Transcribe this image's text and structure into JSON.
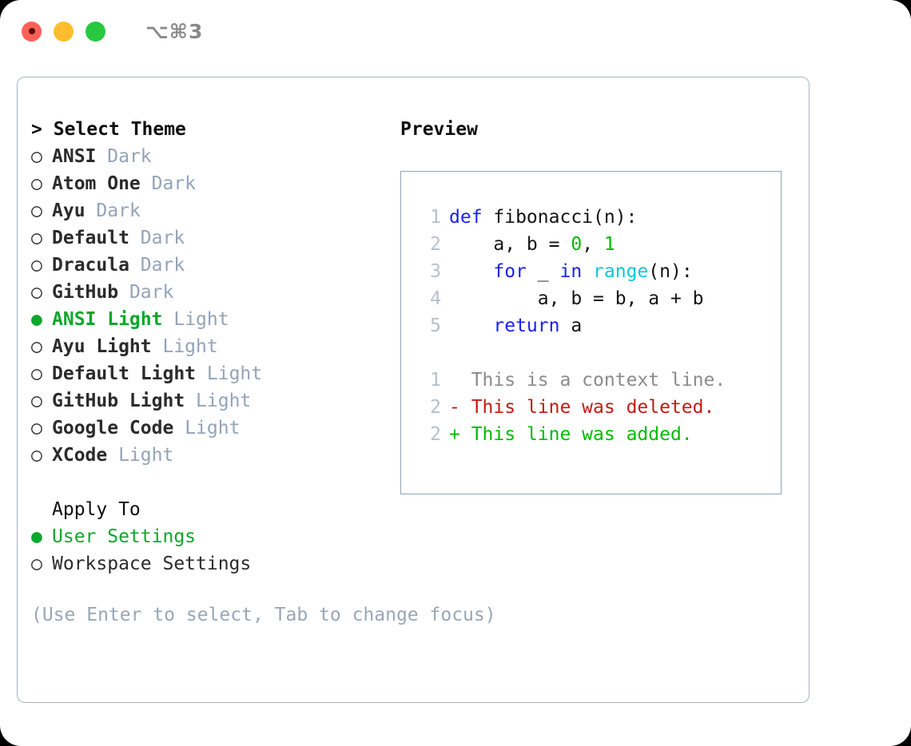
{
  "titlebar": {
    "shortcut": "⌥⌘3",
    "buttons": [
      {
        "name": "close",
        "color": "#ff6058"
      },
      {
        "name": "minimize",
        "color": "#ffbd2e"
      },
      {
        "name": "maximize",
        "color": "#28c840"
      }
    ]
  },
  "colors": {
    "accent_green": "#0ca72c",
    "muted": "#94a3b8",
    "hint": "#9aa6b6",
    "border": "#a9b4c2",
    "preview_border": "#94a3b8",
    "keyword": "#1a20f0",
    "function": "#0fc7d6",
    "number": "#00bb00",
    "deleted": "#c41a12",
    "added": "#00bb00",
    "context": "#8b8b8b",
    "gutter": "#b6bfcc"
  },
  "theme_panel": {
    "caret": ">",
    "header": "Select Theme",
    "bullet_selected": "●",
    "bullet_unselected": "○",
    "items": [
      {
        "name": "ANSI",
        "variant": "Dark",
        "selected": false
      },
      {
        "name": "Atom One",
        "variant": "Dark",
        "selected": false
      },
      {
        "name": "Ayu",
        "variant": "Dark",
        "selected": false
      },
      {
        "name": "Default",
        "variant": "Dark",
        "selected": false
      },
      {
        "name": "Dracula",
        "variant": "Dark",
        "selected": false
      },
      {
        "name": "GitHub",
        "variant": "Dark",
        "selected": false
      },
      {
        "name": "ANSI Light",
        "variant": "Light",
        "selected": true
      },
      {
        "name": "Ayu Light",
        "variant": "Light",
        "selected": false
      },
      {
        "name": "Default Light",
        "variant": "Light",
        "selected": false
      },
      {
        "name": "GitHub Light",
        "variant": "Light",
        "selected": false
      },
      {
        "name": "Google Code",
        "variant": "Light",
        "selected": false
      },
      {
        "name": "XCode",
        "variant": "Light",
        "selected": false
      }
    ]
  },
  "apply_to": {
    "header": "Apply To",
    "options": [
      {
        "label": "User Settings",
        "selected": true
      },
      {
        "label": "Workspace Settings",
        "selected": false
      }
    ]
  },
  "hint": "(Use Enter to select, Tab to change focus)",
  "preview": {
    "title": "Preview",
    "code": [
      {
        "num": "1",
        "tokens": [
          {
            "t": "def ",
            "c": "tok-kw"
          },
          {
            "t": "fibonacci(n):",
            "c": "tok-txt"
          }
        ]
      },
      {
        "num": "2",
        "tokens": [
          {
            "t": "    a, b = ",
            "c": "tok-txt"
          },
          {
            "t": "0",
            "c": "tok-num"
          },
          {
            "t": ", ",
            "c": "tok-txt"
          },
          {
            "t": "1",
            "c": "tok-num"
          }
        ]
      },
      {
        "num": "3",
        "tokens": [
          {
            "t": "    ",
            "c": "tok-txt"
          },
          {
            "t": "for",
            "c": "tok-kw"
          },
          {
            "t": " _ ",
            "c": "tok-txt"
          },
          {
            "t": "in",
            "c": "tok-kw"
          },
          {
            "t": " ",
            "c": "tok-txt"
          },
          {
            "t": "range",
            "c": "tok-fn"
          },
          {
            "t": "(n):",
            "c": "tok-txt"
          }
        ]
      },
      {
        "num": "4",
        "tokens": [
          {
            "t": "        a, b = b, a + b",
            "c": "tok-txt"
          }
        ]
      },
      {
        "num": "5",
        "tokens": [
          {
            "t": "    ",
            "c": "tok-kw"
          },
          {
            "t": "return",
            "c": "tok-kw"
          },
          {
            "t": " a",
            "c": "tok-txt"
          }
        ]
      }
    ],
    "diff": [
      {
        "num": "1",
        "marker": " ",
        "text": " This is a context line.",
        "c": "tok-ctx"
      },
      {
        "num": "2",
        "marker": "-",
        "text": " This line was deleted.",
        "c": "tok-del"
      },
      {
        "num": "2",
        "marker": "+",
        "text": " This line was added.",
        "c": "tok-add"
      }
    ]
  }
}
